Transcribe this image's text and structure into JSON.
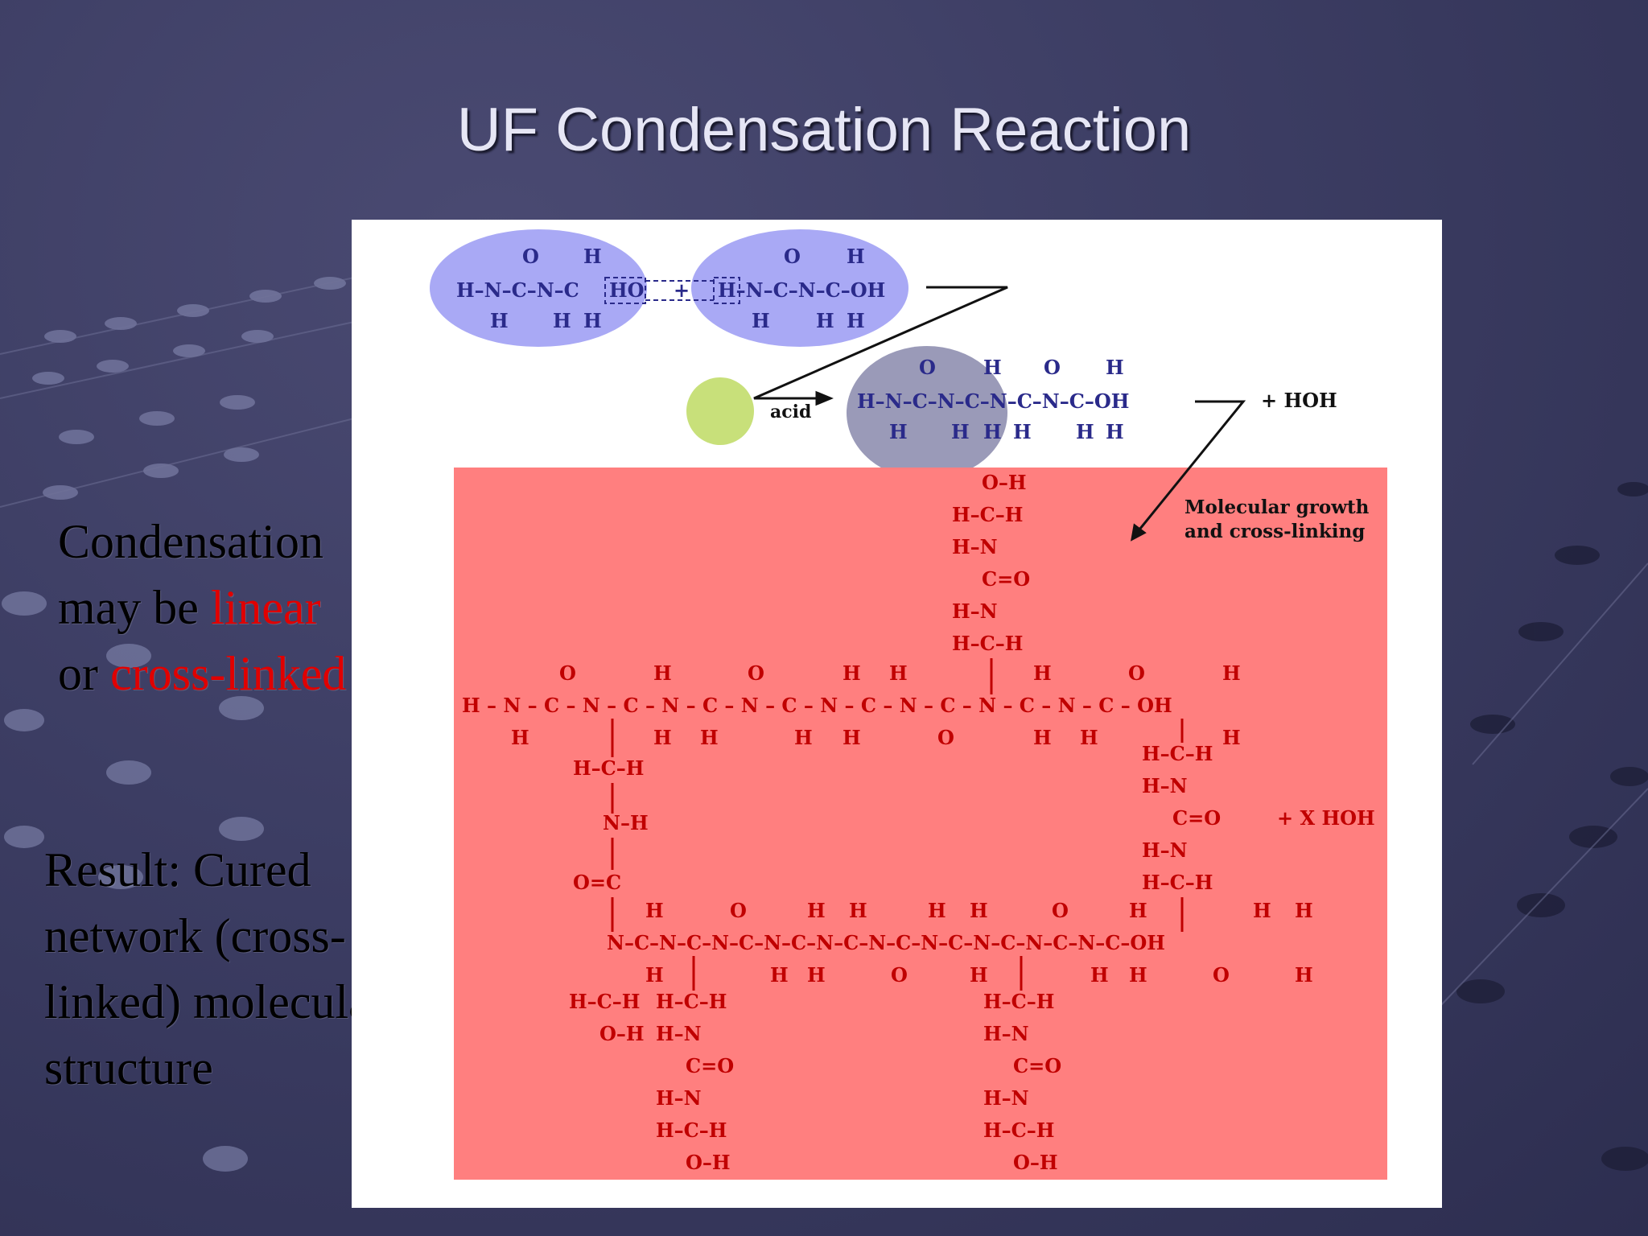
{
  "slide": {
    "title": "UF Condensation Reaction",
    "condensation_text": {
      "line1": "Condensation",
      "line2_prefix": "may be ",
      "line2_highlight": "linear",
      "line3_prefix": "or ",
      "line3_highlight": "cross-linked"
    },
    "result_text": {
      "line1": "Result:  Cured",
      "line2": "network (cross-",
      "line3": "linked) molecular",
      "line4": "structure"
    }
  },
  "diagram": {
    "acid_label": "acid",
    "byproduct_top": "+ HOH",
    "byproduct_bottom": "+ X HOH",
    "growth_label_line1": "Molecular growth",
    "growth_label_line2": "and cross-linking",
    "colors": {
      "blue_highlight": "#a9a9f5",
      "gray_highlight": "#9a9ab8",
      "green_dot": "#c8e07a",
      "red_block": "#ff7f7f",
      "chem_blue": "#2a2a8a",
      "chem_red": "#c00000"
    }
  }
}
